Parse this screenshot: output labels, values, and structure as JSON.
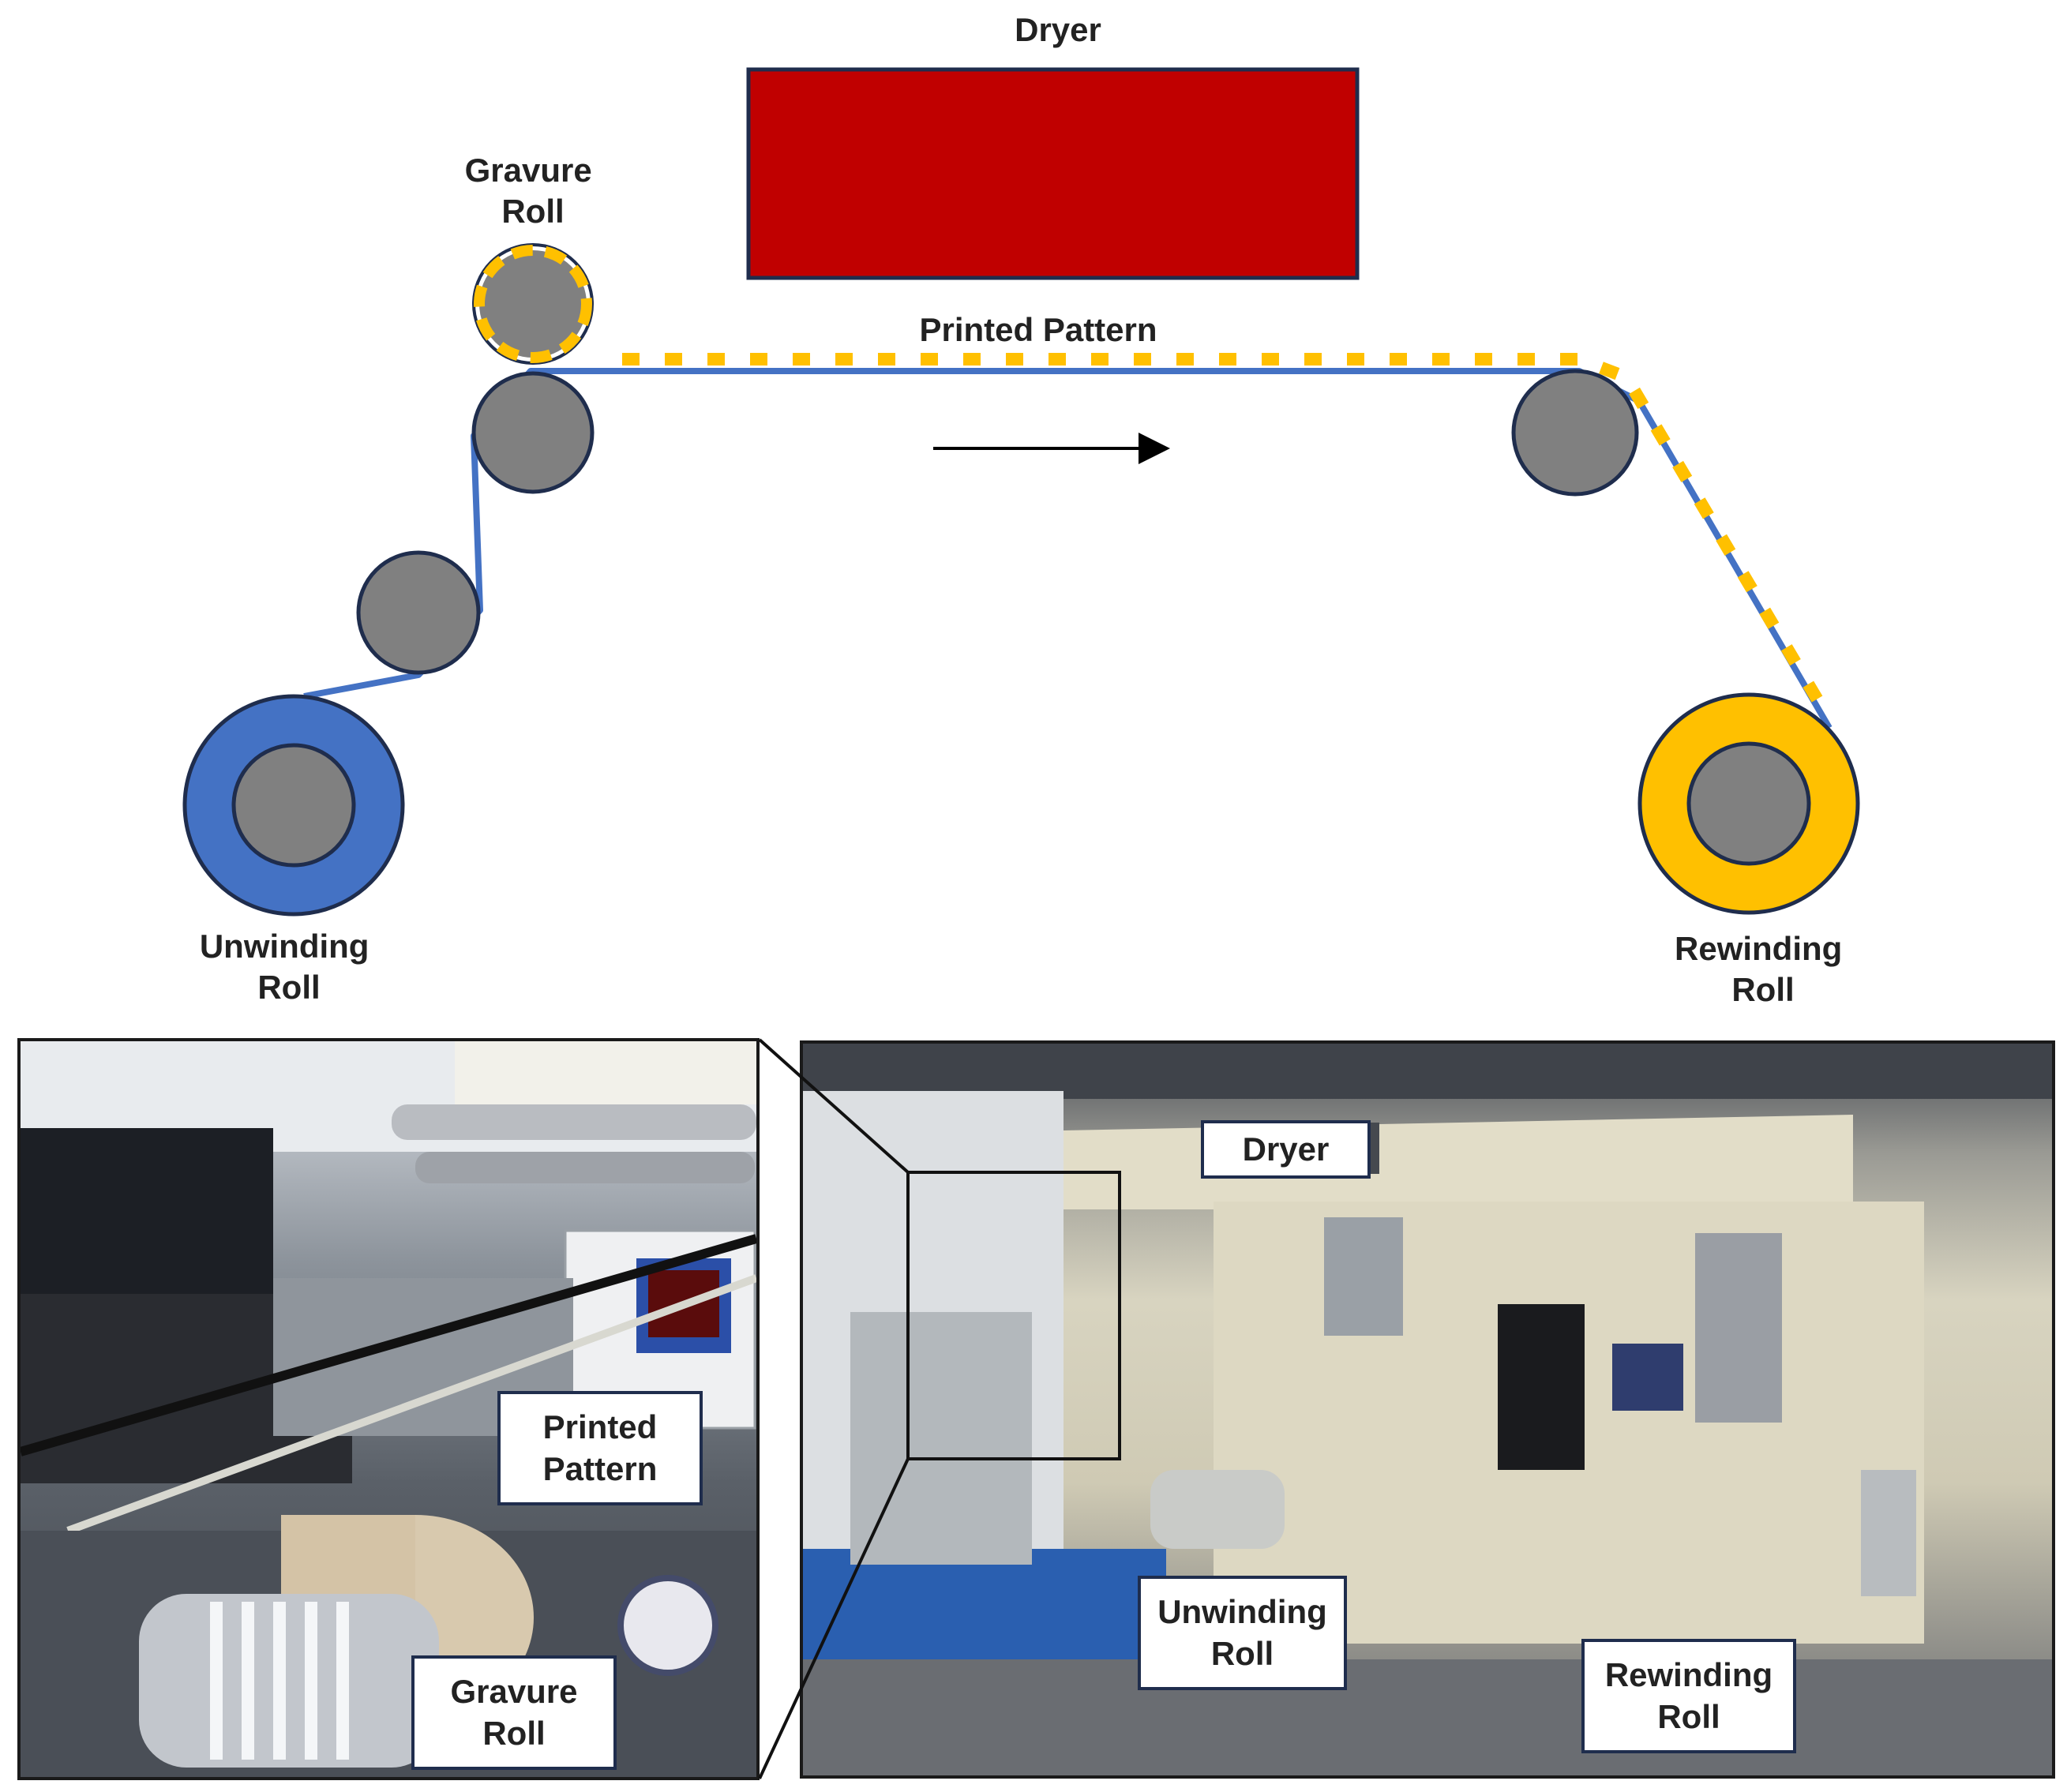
{
  "diagram": {
    "labels": {
      "dryer": "Dryer",
      "gravure_roll": [
        "Gravure",
        "Roll"
      ],
      "printed_pattern": "Printed Pattern",
      "unwinding_roll": [
        "Unwinding",
        "Roll"
      ],
      "rewinding_roll": [
        "Rewinding",
        "Roll"
      ]
    },
    "colors": {
      "dryer": "#c00000",
      "web": "#4472c4",
      "pattern": "#ffc000",
      "roller": "#808080",
      "outline": "#1f2d4d"
    }
  },
  "photos": {
    "left": {
      "callouts": {
        "printed_pattern": "Printed\nPattern",
        "gravure_roll": "Gravure\nRoll"
      }
    },
    "right": {
      "callouts": {
        "dryer": "Dryer",
        "unwinding_roll": "Unwinding\nRoll",
        "rewinding_roll": "Rewinding\nRoll"
      }
    }
  }
}
